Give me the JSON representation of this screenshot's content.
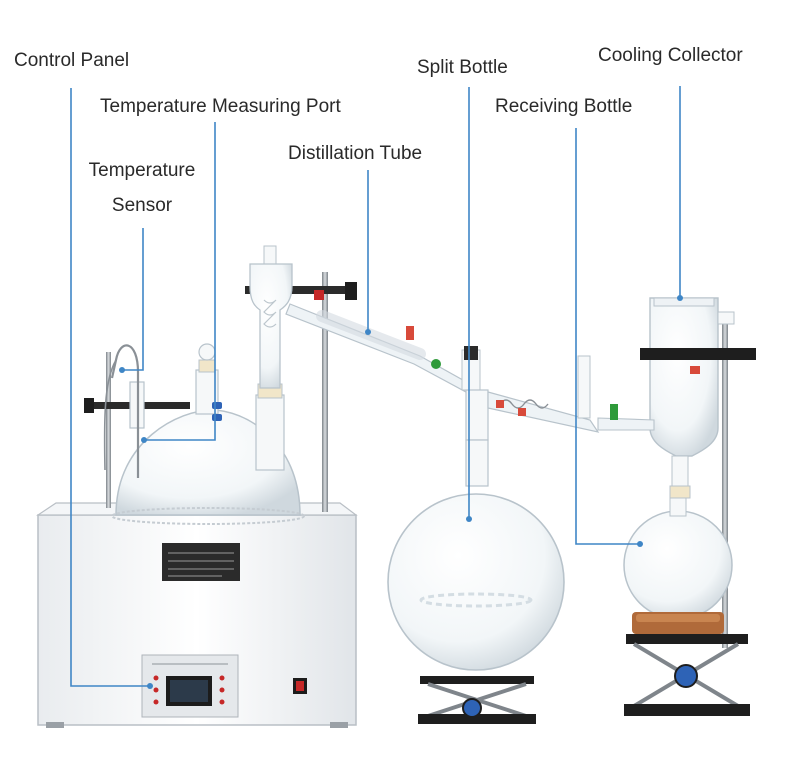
{
  "labels": {
    "control_panel": "Control Panel",
    "temp_port": "Temperature Measuring Port",
    "temp_sensor_line1": "Temperature",
    "temp_sensor_line2": "Sensor",
    "distillation_tube": "Distillation Tube",
    "split_bottle": "Split Bottle",
    "receiving_bottle": "Receiving Bottle",
    "cooling_collector": "Cooling Collector"
  },
  "colors": {
    "leader_line": "#3f86c6",
    "glass": "#c9d3da",
    "metal": "#9aa0a6",
    "black": "#1e1e1e",
    "cork": "#b06a3a",
    "red_switch": "#c62828"
  },
  "device": {
    "panel_title": "Intelligent Magnetic Heating Stirrer",
    "sticker_title": "Short Path Distillation"
  }
}
